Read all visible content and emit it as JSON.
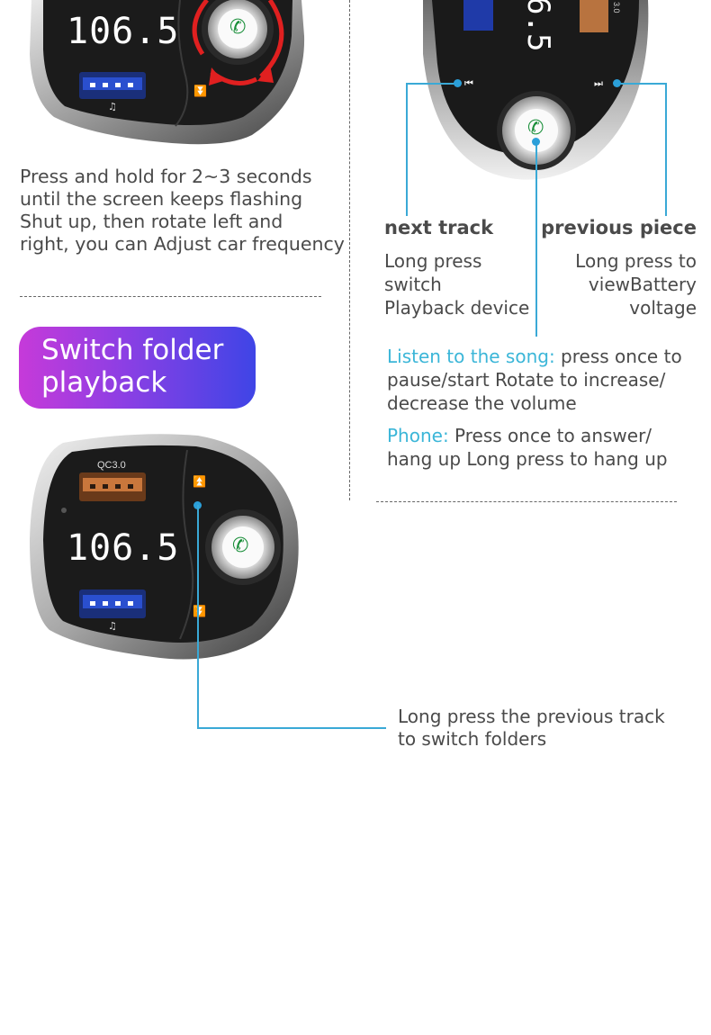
{
  "left_top": {
    "display": "106.5",
    "instruction_lines": [
      "Press and hold for 2~3 seconds",
      "until the screen keeps flashing",
      "Shut up, then rotate left and",
      "right, you can Adjust car frequency"
    ]
  },
  "section_badge": {
    "line1": "Switch folder",
    "line2": "playback"
  },
  "right_top": {
    "display_fragment": "6.5",
    "qc_label": "3.0",
    "next_track": {
      "title": "next track",
      "desc_lines": [
        "Long press",
        "switch",
        "Playback device"
      ]
    },
    "previous_piece": {
      "title": "previous piece",
      "desc_lines": [
        "Long press to",
        "viewBattery",
        "voltage"
      ]
    },
    "listen": {
      "label": "Listen to the song:",
      "text_line1": " press once to",
      "text_line2": "pause/start Rotate to increase/",
      "text_line3": "decrease the volume"
    },
    "phone": {
      "label": "Phone:",
      "text_line1": " Press once to answer/",
      "text_line2": "hang up Long press to hang up"
    }
  },
  "bottom_device": {
    "display": "106.5",
    "qc_label": "QC3.0",
    "folder_text_lines": [
      "Long press the previous track",
      "to switch folders"
    ]
  },
  "colors": {
    "accent_cyan": "#3bb6d8",
    "badge_gradient_start": "#c63ad9",
    "badge_gradient_end": "#3f45e6",
    "rotate_arrow_red": "#e02020"
  },
  "icons": [
    "phone-icon",
    "music-note-icon",
    "previous-track-icon",
    "next-track-icon",
    "folder-up-icon",
    "folder-down-icon",
    "rotate-arrow-icon"
  ]
}
